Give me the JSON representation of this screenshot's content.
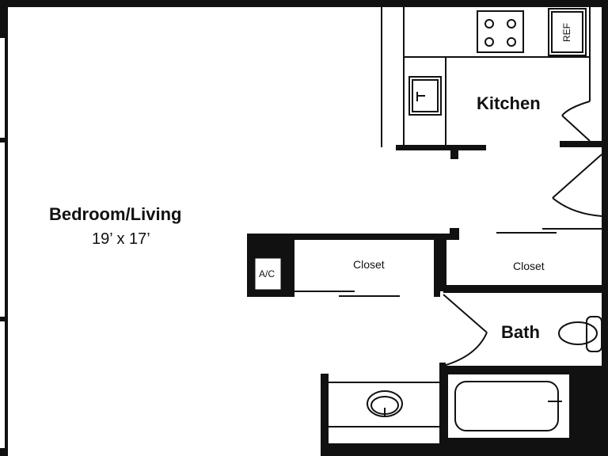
{
  "rooms": {
    "living": {
      "name": "Bedroom/Living",
      "dims": "19’ x 17’"
    },
    "kitchen": {
      "name": "Kitchen"
    },
    "closet_left": {
      "name": "Closet"
    },
    "closet_right": {
      "name": "Closet"
    },
    "bath": {
      "name": "Bath"
    }
  },
  "fixtures": {
    "ac": "A/C",
    "refrigerator": "REF"
  },
  "colors": {
    "wall": "#111111",
    "background": "#ffffff"
  }
}
